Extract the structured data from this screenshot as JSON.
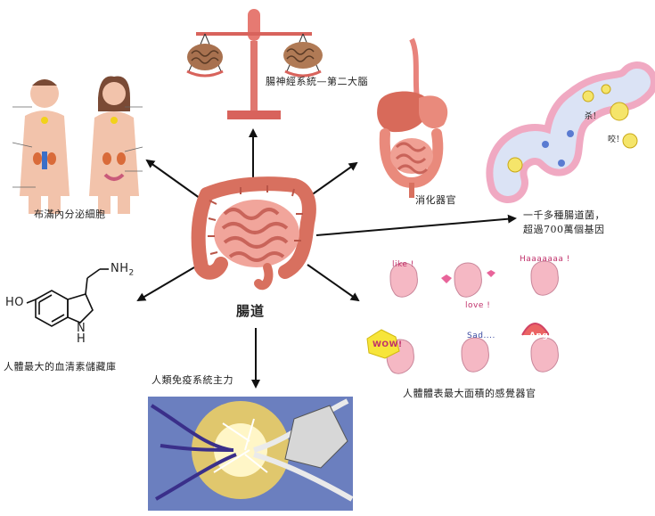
{
  "center_label": "腸道",
  "nodes": {
    "enteric_nerves": "腸神經系統—第二大腦",
    "digestive": "消化器官",
    "endocrine": "布滿內分泌細胞",
    "bacteria_line1": "一千多種腸道菌，",
    "bacteria_line2": "超過700萬個基因",
    "serotonin": "人體最大的血清素儲藏庫",
    "sensory": "人體體表最大面積的感覺器官",
    "immune": "人類免疫系統主力"
  },
  "molecule": {
    "nh2": "NH",
    "nh2_sub": "2",
    "ho": "HO",
    "nh": "N",
    "h": "H"
  },
  "stomach_bubbles": {
    "like": "like !",
    "love": "love !",
    "haaa": "Haaaaaaa !",
    "wow": "WOW!",
    "sad": "Sad....",
    "angry": "Angry !"
  },
  "bacteria_bubbles": {
    "b1": "杀!",
    "b2": "咬!"
  },
  "colors": {
    "arrow": "#111111",
    "intestine": "#e98a7c",
    "organ": "#e8837c",
    "brain": "#c98a6a",
    "scale": "#e0776f",
    "stomach": "#f5b8c4"
  }
}
